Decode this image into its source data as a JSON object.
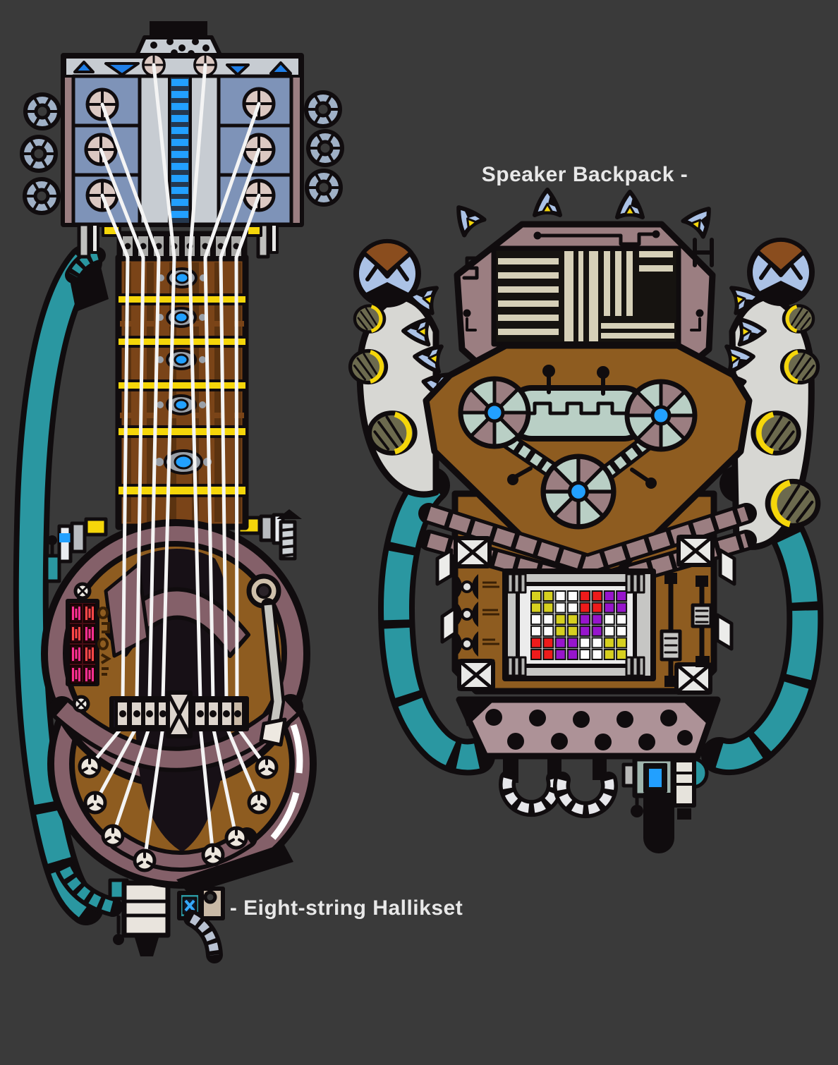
{
  "labels": {
    "backpack": "Speaker Backpack -",
    "hallikset": "- Eight-string Hallikset"
  },
  "palette": {
    "bg": "#3a3a3a",
    "ink": "#100c0e",
    "teal": "#2a97a1",
    "mint": "#b9cfc5",
    "mauve": "#9b7e81",
    "rim": "#846069",
    "brown": "#8e5c20",
    "neck": "#7a4418",
    "panelblue": "#7e93b8",
    "ltblue": "#abc2e6",
    "ltgray": "#c7ccd2",
    "white": "#f4f4f4",
    "blue": "#22a0ff",
    "tri": "#1f7fe8",
    "yellow": "#f5d60a",
    "olive": "#6c6a4e",
    "tuner": "#dbc8c2",
    "label": "#e8e8e8",
    "cream": "#d6d0b8",
    "plate": "#ad9297",
    "armgray": "#d7d7d3",
    "hole": "#171016",
    "magenta": "#ff2f92"
  },
  "hallikset": {
    "name": "Eight-string Hallikset",
    "string_count": 8,
    "side_display": {
      "rows": [
        [
          "M",
          "R"
        ],
        [
          "R",
          "M"
        ],
        [
          "M",
          "R"
        ],
        [
          "M",
          "M"
        ]
      ],
      "colors": {
        "M": "#ff2f92",
        "R": "#ff4748"
      }
    }
  },
  "backpack": {
    "name": "Speaker Backpack",
    "fan_count": 3,
    "button_pad": {
      "rows": [
        "YYWWRRPP",
        "YYWWRRPP",
        "WWYYPPWW",
        "WWYYPPWW",
        "RRPPWWYY",
        "RRPPWWYY"
      ],
      "colors": {
        "Y": "#d6d01f",
        "W": "#fdfdfd",
        "R": "#ee1b1b",
        "P": "#9715cc"
      }
    }
  }
}
